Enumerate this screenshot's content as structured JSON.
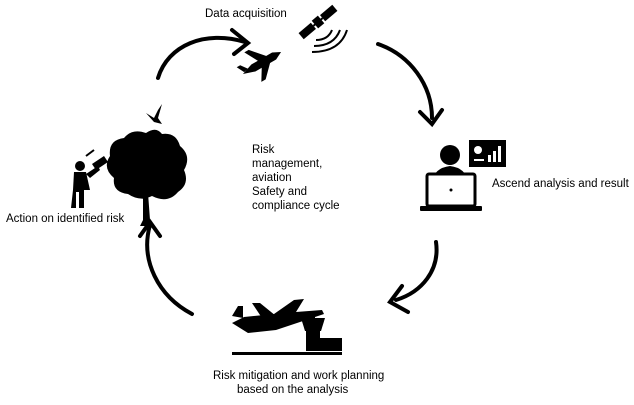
{
  "labels": {
    "data_acquisition": "Data acquisition",
    "ascend_analysis": "Ascend analysis and result",
    "risk_mitigation_line1": "Risk mitigation and work planning",
    "risk_mitigation_line2": "based on the analysis",
    "action_on_risk": "Action on identified risk"
  },
  "center_text": [
    "Risk",
    "management,",
    "aviation",
    "Safety and",
    "compliance cycle"
  ],
  "icons": [
    "airplane-icon",
    "satellite-icon",
    "analyst-laptop-icon",
    "dashboard-chart-icon",
    "airport-takeoff-icon",
    "control-tower-icon",
    "tree-icon",
    "bird-icon",
    "worker-chainsaw-icon"
  ],
  "colors": {
    "ink": "#000000",
    "background": "#ffffff"
  }
}
